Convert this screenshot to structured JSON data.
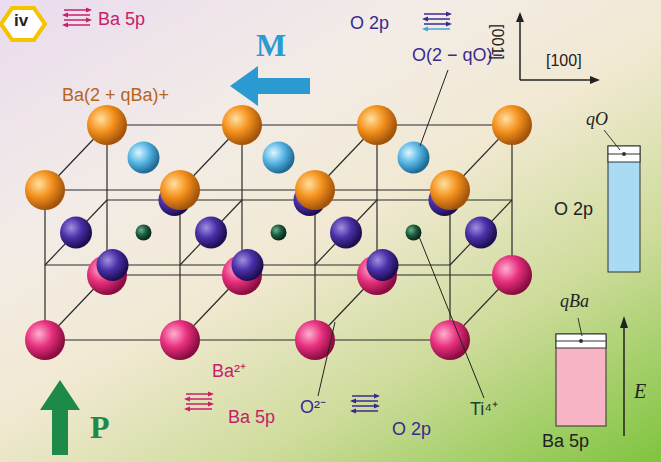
{
  "diagram": {
    "labels": [
      "iv",
      "Ba 5p",
      "M",
      "O 2p",
      "Ba(2 + qBa)+",
      "O(2 − qO)−",
      "[001]",
      "[100]",
      "qO",
      "O 2p",
      "qBa",
      "E",
      "Ba 5p",
      "P",
      "Ba²⁺",
      "Ba 5p",
      "O²⁻",
      "O 2p",
      "Ti⁴⁺"
    ]
  }
}
